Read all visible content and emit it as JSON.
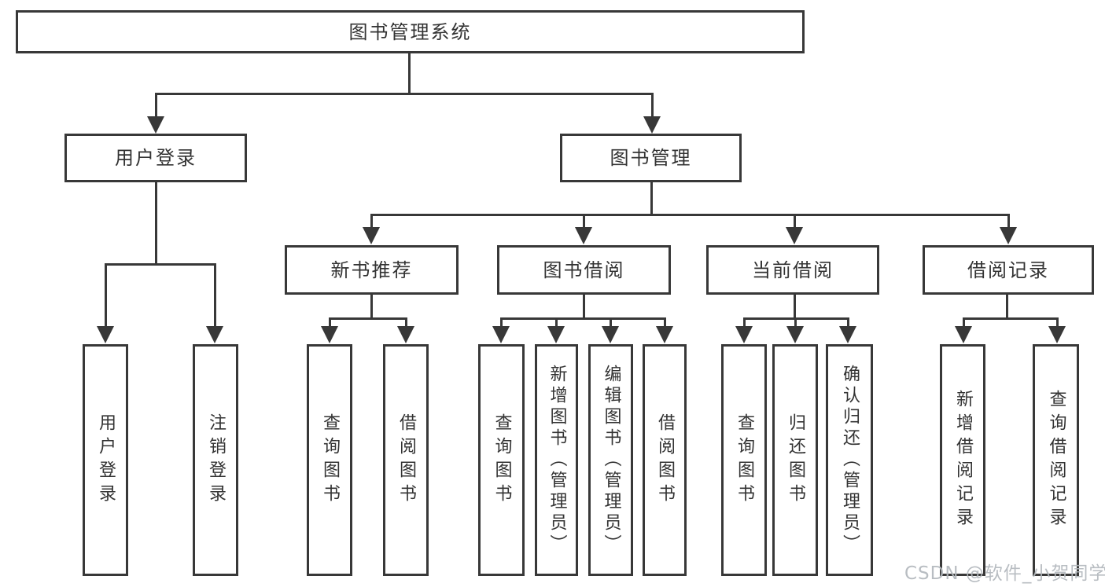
{
  "tree": {
    "label": "图书管理系统",
    "children": [
      {
        "label": "用户登录",
        "children": [
          {
            "label": "用户登录"
          },
          {
            "label": "注销登录"
          }
        ]
      },
      {
        "label": "图书管理",
        "children": [
          {
            "label": "新书推荐",
            "children": [
              {
                "label": "查询图书"
              },
              {
                "label": "借阅图书"
              }
            ]
          },
          {
            "label": "图书借阅",
            "children": [
              {
                "label": "查询图书"
              },
              {
                "label": "新增图书（管理员）"
              },
              {
                "label": "编辑图书（管理员）"
              },
              {
                "label": "借阅图书"
              }
            ]
          },
          {
            "label": "当前借阅",
            "children": [
              {
                "label": "查询图书"
              },
              {
                "label": "归还图书"
              },
              {
                "label": "确认归还（管理员）"
              }
            ]
          },
          {
            "label": "借阅记录",
            "children": [
              {
                "label": "新增借阅记录"
              },
              {
                "label": "查询借阅记录"
              }
            ]
          }
        ]
      }
    ]
  },
  "watermark": "CSDN @软件_小贺同学",
  "colors": {
    "line": "#383838",
    "text": "#333333",
    "box_background": "#ffffff",
    "page_background": "#ffffff",
    "watermark": "#b3b8bd"
  }
}
